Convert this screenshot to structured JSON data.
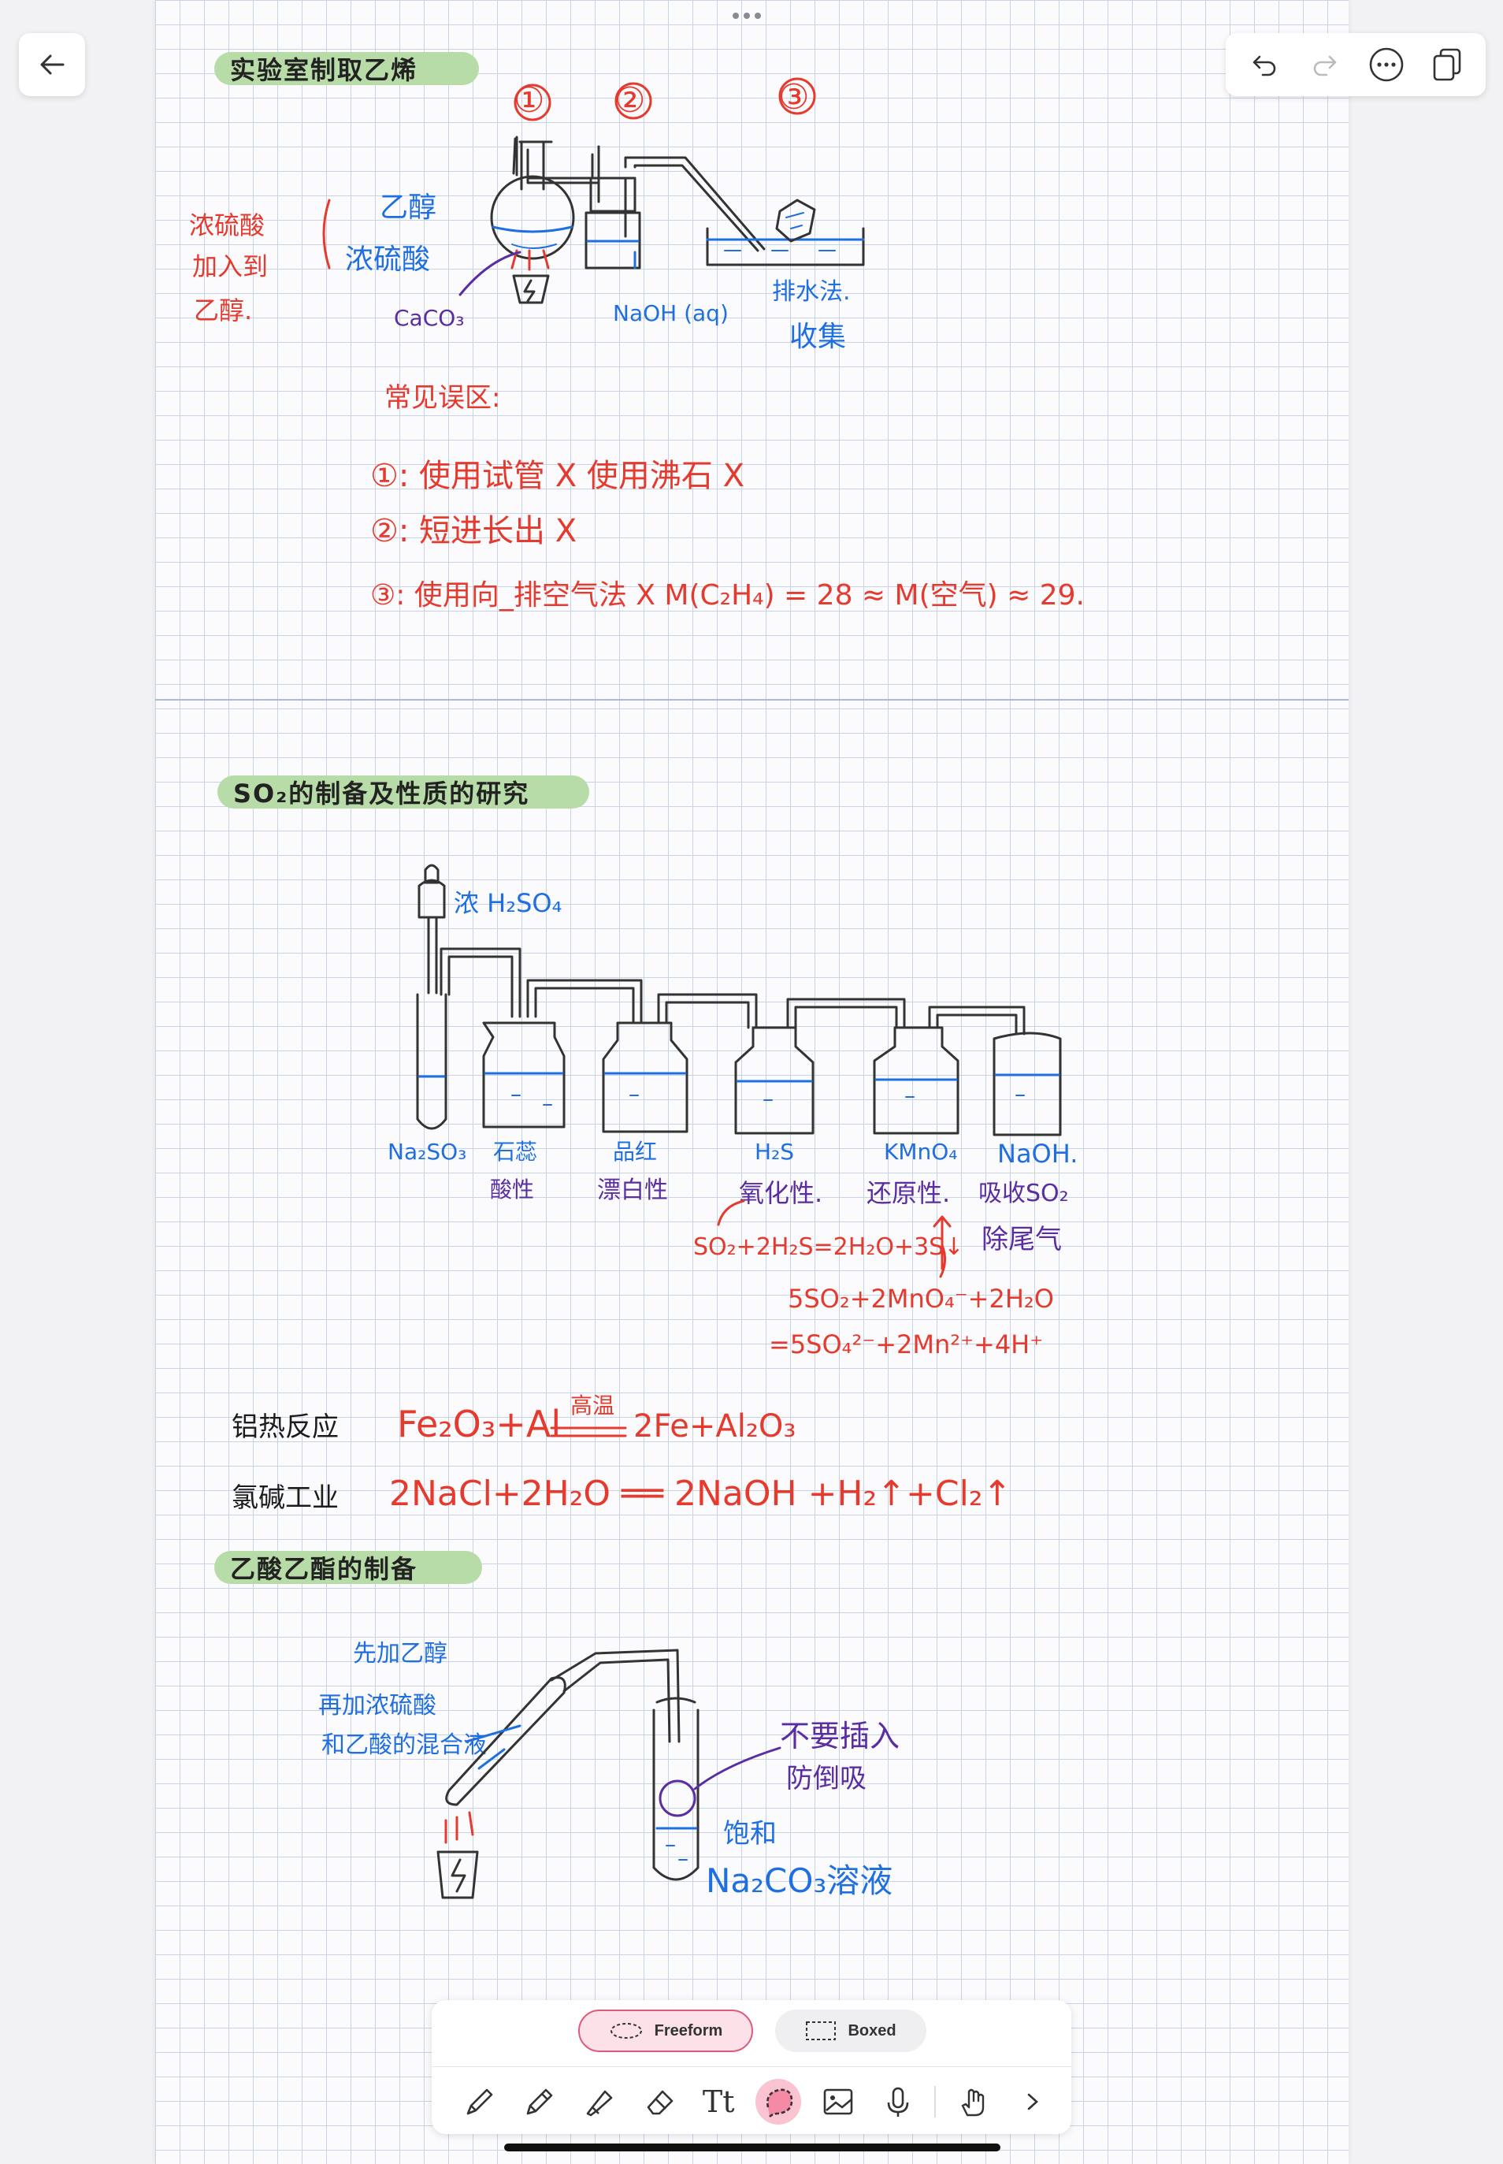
{
  "toolbar": {
    "back": "back",
    "undo": "undo",
    "redo": "redo",
    "more": "more",
    "pages": "pages"
  },
  "section1": {
    "title": "实验室制取乙烯",
    "num1": "①",
    "num2": "②",
    "num3": "③",
    "note_left": [
      "浓硫酸",
      "加入到",
      "乙醇."
    ],
    "reagent1": "乙醇",
    "reagent2": "浓硫酸",
    "caco3": "CaCO₃",
    "naoh": "NaOH (aq)",
    "collect1": "排水法.",
    "collect2": "收集",
    "mistakes_title": "常见误区:",
    "mistake1": "①: 使用试管  X   使用沸石 X",
    "mistake2": "②: 短进长出  X",
    "mistake3": "③: 使用向_排空气法 X   M(C₂H₄) = 28 ≈ M(空气) ≈ 29."
  },
  "section2": {
    "title": "SO₂的制备及性质的研究",
    "acid": "浓 H₂SO₄",
    "na2so3": "Na₂SO₃",
    "bottle1": [
      "石蕊",
      "酸性"
    ],
    "bottle2": [
      "品红",
      "漂白性"
    ],
    "bottle3": [
      "H₂S",
      "氧化性."
    ],
    "bottle4": [
      "KMnO₄",
      "还原性."
    ],
    "bottle5": [
      "NaOH.",
      "吸收SO₂",
      "除尾气"
    ],
    "eq1": "SO₂+2H₂S=2H₂O+3S↓",
    "eq2a": "5SO₂+2MnO₄⁻+2H₂O",
    "eq2b": "=5SO₄²⁻+2Mn²⁺+4H⁺",
    "thermite_label": "铝热反应",
    "thermite_eq": "Fe₂O₃+Al",
    "thermite_cond": "高温",
    "thermite_prod": "2Fe+Al₂O₃",
    "chlor_label": "氯碱工业",
    "chlor_eq": "2NaCl+2H₂O ══ 2NaOH +H₂↑+Cl₂↑"
  },
  "section3": {
    "title": "乙酸乙酯的制备",
    "note1": "先加乙醇",
    "note2": "再加浓硫酸",
    "note3": "和乙酸的混合液",
    "tip1": "不要插入",
    "tip2": "防倒吸",
    "sat1": "饱和",
    "sat2": "Na₂CO₃溶液"
  },
  "panel": {
    "freeform": "Freeform",
    "boxed": "Boxed",
    "text_tool": "Tt"
  }
}
